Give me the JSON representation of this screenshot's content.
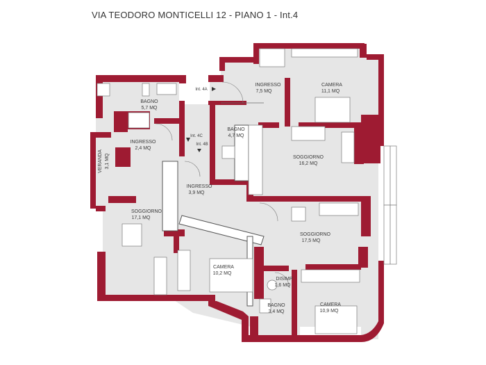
{
  "title": "VIA TEODORO MONTICELLI 12 - PIANO 1 - Int.4",
  "colors": {
    "wall": "#9e1b32",
    "floor": "#e6e6e6",
    "partition": "#ffffff"
  },
  "rooms": {
    "bagno_a": {
      "name": "BAGNO",
      "area": "5,7 MQ"
    },
    "ingresso_a": {
      "name": "INGRESSO",
      "area": "2,4 MQ"
    },
    "veranda": {
      "name": "VERANDA",
      "area": "3,1 MQ"
    },
    "soggiorno_a": {
      "name": "SOGGIORNO",
      "area": "17,1 MQ"
    },
    "ingresso_b": {
      "name": "INGRESSO",
      "area": "3,9 MQ"
    },
    "bagno_b": {
      "name": "BAGNO",
      "area": "4,7 MQ"
    },
    "ingresso_c": {
      "name": "INGRESSO",
      "area": "7,5 MQ"
    },
    "camera_a": {
      "name": "CAMERA",
      "area": "11,1 MQ"
    },
    "soggiorno_b": {
      "name": "SOGGIORNO",
      "area": "16,2 MQ"
    },
    "soggiorno_c": {
      "name": "SOGGIORNO",
      "area": "17,5 MQ"
    },
    "camera_b": {
      "name": "CAMERA",
      "area": "10,2 MQ"
    },
    "disimp": {
      "name": "DISIMP.",
      "area": "1,6 MQ"
    },
    "bagno_c": {
      "name": "BAGNO",
      "area": "3,4 MQ"
    },
    "camera_c": {
      "name": "CAMERA",
      "area": "10,9 MQ"
    }
  },
  "interni": {
    "int_4a": "Int. 4A",
    "int_4b": "Int. 4B",
    "int_4c": "Int. 4C"
  }
}
